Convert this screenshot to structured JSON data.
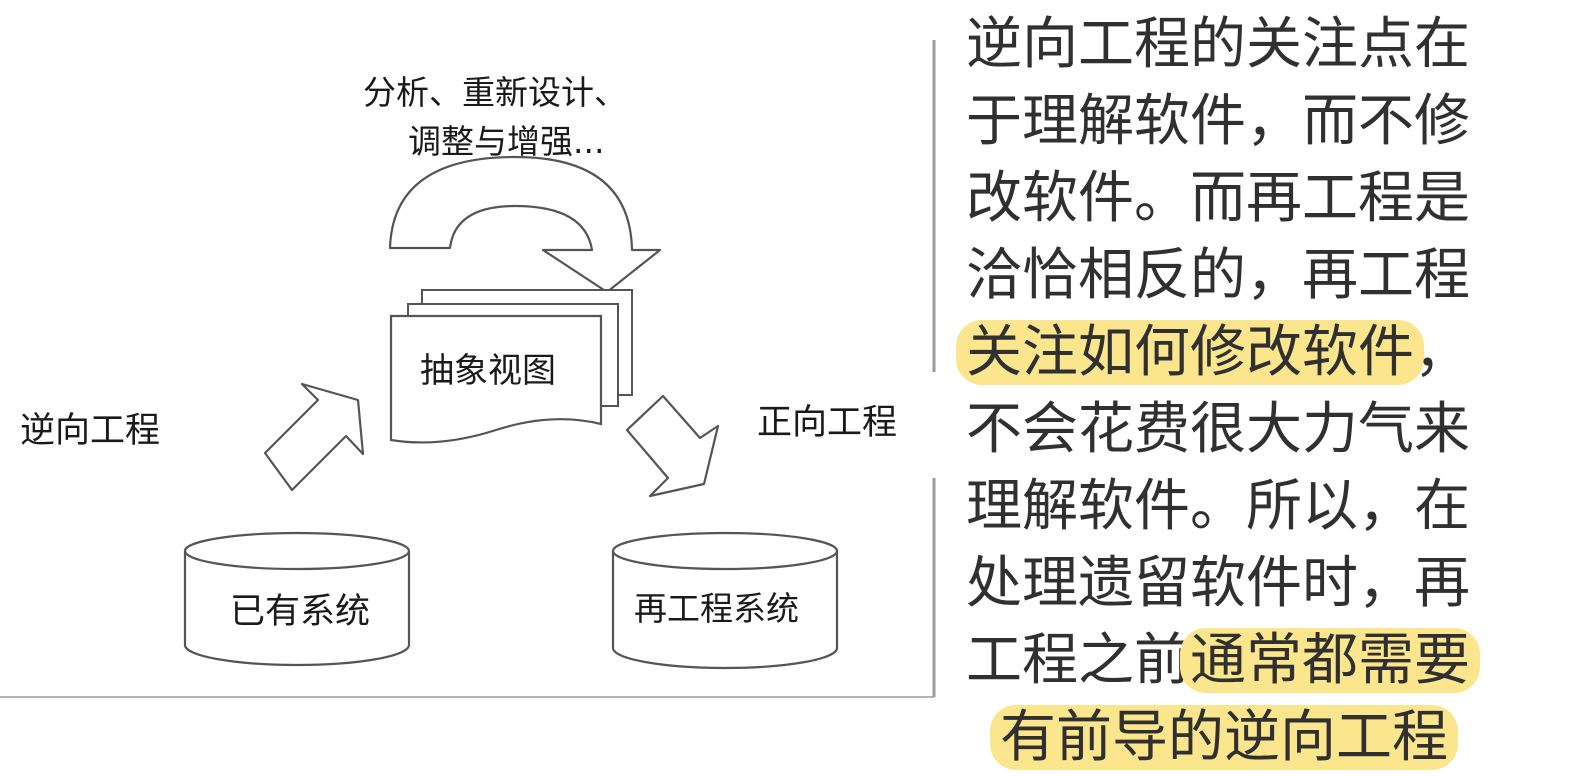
{
  "diagram": {
    "top_label_line1": "分析、重新设计、",
    "top_label_line2": "调整与增强...",
    "center_label": "抽象视图",
    "left_label": "逆向工程",
    "right_label": "正向工程",
    "left_db_label": "已有系统",
    "right_db_label": "再工程系统"
  },
  "note": {
    "line1": "逆向工程的关注点在",
    "line2": "于理解软件，而不修",
    "line3": "改软件。而再工程是",
    "line4": "洽恰相反的，再工程",
    "line5_hl": "关注如何修改软件",
    "line5_rest": "，",
    "line6": "不会花费很大力气来",
    "line7": "理解软件。所以，在",
    "line8": "处理遗留软件时，再",
    "line9_pre": "工程之前",
    "line9_hl": "通常都需要",
    "line10_hl": "有前导的逆向工程"
  },
  "colors": {
    "highlight": "#fbe58d",
    "stroke": "#555555",
    "separator": "#9a9a9a"
  }
}
